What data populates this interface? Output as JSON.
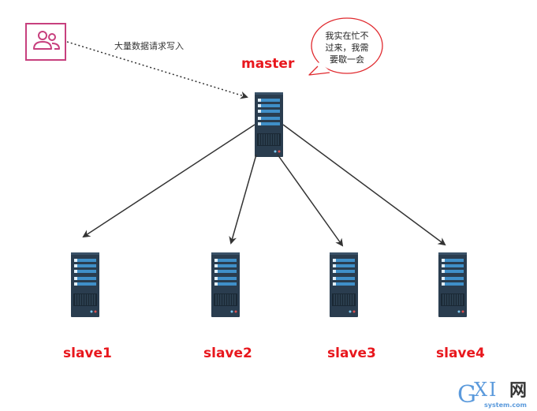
{
  "request": {
    "label": "大量数据请求写入"
  },
  "master": {
    "label": "master"
  },
  "speech_bubble": {
    "lines": [
      "我实在忙不",
      "过来，我需",
      "要歇一会"
    ]
  },
  "slaves": [
    {
      "label": "slave1"
    },
    {
      "label": "slave2"
    },
    {
      "label": "slave3"
    },
    {
      "label": "slave4"
    }
  ],
  "watermark": {
    "g": "G",
    "x": "X",
    "i": "I",
    "cn": "网",
    "domain": "system.com"
  },
  "colors": {
    "label_red": "#e8171d",
    "user_icon_pink": "#c7407e",
    "bubble_border": "#e0292e",
    "server_body": "#2a3d4f",
    "server_panel": "#3f8fc8",
    "arrow": "#333333",
    "watermark_blue": "#4a90d9"
  },
  "icons": {
    "user": "users-icon",
    "server": "server-icon"
  }
}
